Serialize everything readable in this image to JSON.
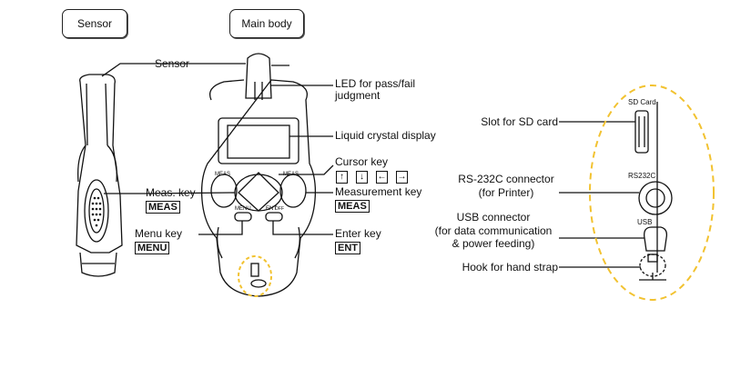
{
  "tabs": {
    "sensor": "Sensor",
    "main_body": "Main body"
  },
  "labels": {
    "sensor": "Sensor",
    "led": "LED for pass/fail\njudgment",
    "lcd": "Liquid crystal display",
    "cursor_key": "Cursor key",
    "meas_key_left": "Meas. key",
    "meas_key_left_cap": "MEAS",
    "measurement_key": "Measurement key",
    "measurement_key_cap": "MEAS",
    "menu_key": "Menu key",
    "menu_key_cap": "MENU",
    "enter_key": "Enter key",
    "enter_key_cap": "ENT",
    "sd_slot": "Slot  for  SD  card",
    "rs232c": "RS-232C  connector",
    "rs232c_sub": "(for Printer)",
    "usb": "USB connector",
    "usb_sub1": "(for data communication",
    "usb_sub2": "& power feeding)",
    "hook": "Hook  for  hand  strap"
  },
  "cursor_arrows": [
    "↑",
    "↓",
    "←",
    "→"
  ],
  "device_print": {
    "sd_card": "SD Card",
    "rs232c": "RS232C",
    "usb": "USB",
    "meas": "MEAS",
    "menu": "MENU",
    "ent": "ENT",
    "off": "OFF"
  },
  "colors": {
    "highlight": "#f2c230",
    "line": "#111111"
  }
}
